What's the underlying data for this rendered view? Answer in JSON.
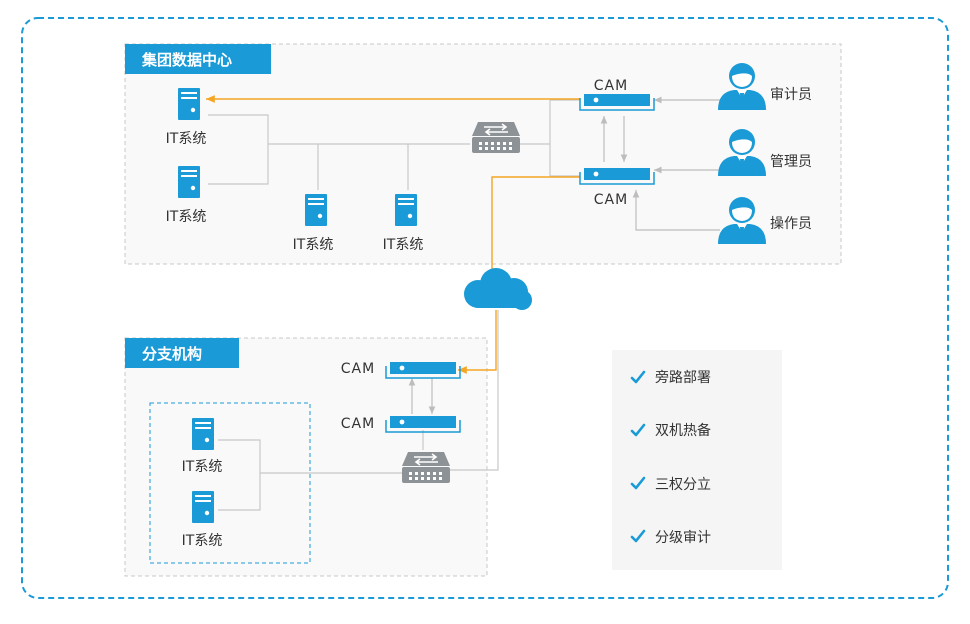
{
  "headquarters": {
    "title": "集团数据中心",
    "it_systems": [
      "IT系统",
      "IT系统",
      "IT系统",
      "IT系统"
    ],
    "cam_top": "CAM",
    "cam_bottom": "CAM",
    "roles": [
      "审计员",
      "管理员",
      "操作员"
    ]
  },
  "branch": {
    "title": "分支机构",
    "cam_top": "CAM",
    "cam_bottom": "CAM",
    "it_systems": [
      "IT系统",
      "IT系统"
    ]
  },
  "features": [
    "旁路部署",
    "双机热备",
    "三权分立",
    "分级审计"
  ],
  "colors": {
    "accent_blue": "#1a9ad6",
    "orange_link": "#f5a623",
    "gray_line": "#c8c8c8",
    "section_fill": "#f9f9f9"
  },
  "icons": {
    "server": "server-icon",
    "switch": "switch-icon",
    "cloud": "cloud-icon",
    "user": "user-icon",
    "check": "check-icon"
  }
}
